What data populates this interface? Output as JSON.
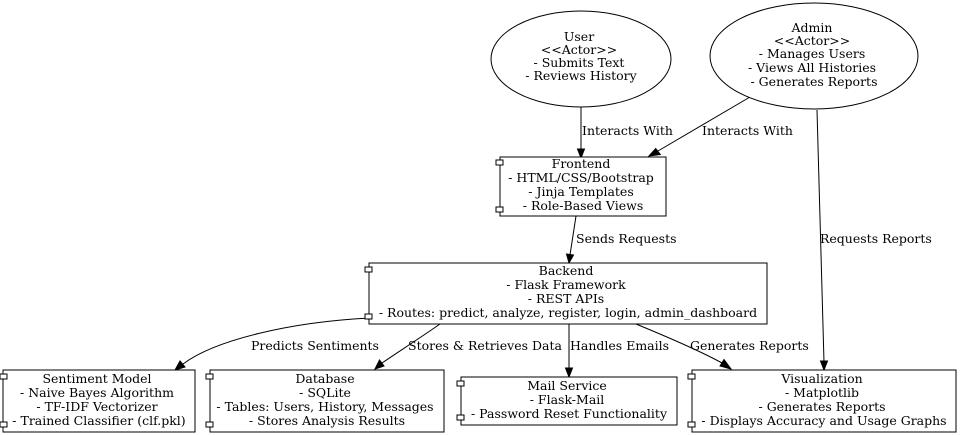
{
  "nodes": {
    "user": {
      "lines": [
        "User",
        "<<Actor>>",
        "- Submits Text",
        "- Reviews History"
      ]
    },
    "admin": {
      "lines": [
        "Admin",
        "<<Actor>>",
        "- Manages Users",
        "- Views All Histories",
        "- Generates Reports"
      ]
    },
    "frontend": {
      "lines": [
        "Frontend",
        "- HTML/CSS/Bootstrap",
        "- Jinja Templates",
        "- Role-Based Views"
      ]
    },
    "backend": {
      "lines": [
        "Backend",
        "- Flask Framework",
        "- REST APIs",
        "- Routes: predict, analyze, register, login, admin_dashboard"
      ]
    },
    "sentiment_model": {
      "lines": [
        "Sentiment Model",
        "- Naive Bayes Algorithm",
        "- TF-IDF Vectorizer",
        "- Trained Classifier (clf.pkl)"
      ]
    },
    "database": {
      "lines": [
        "Database",
        "- SQLite",
        "- Tables: Users, History, Messages",
        "- Stores Analysis Results"
      ]
    },
    "mail_service": {
      "lines": [
        "Mail Service",
        "- Flask-Mail",
        "- Password Reset Functionality"
      ]
    },
    "visualization": {
      "lines": [
        "Visualization",
        "- Matplotlib",
        "- Generates Reports",
        "- Displays Accuracy and Usage Graphs"
      ]
    }
  },
  "edges": {
    "user_frontend": "Interacts With",
    "admin_frontend": "Interacts With",
    "admin_visualization": "Requests Reports",
    "frontend_backend": "Sends Requests",
    "backend_sentiment": "Predicts Sentiments",
    "backend_database": "Stores & Retrieves Data",
    "backend_mail": "Handles Emails",
    "backend_visualization": "Generates Reports"
  }
}
